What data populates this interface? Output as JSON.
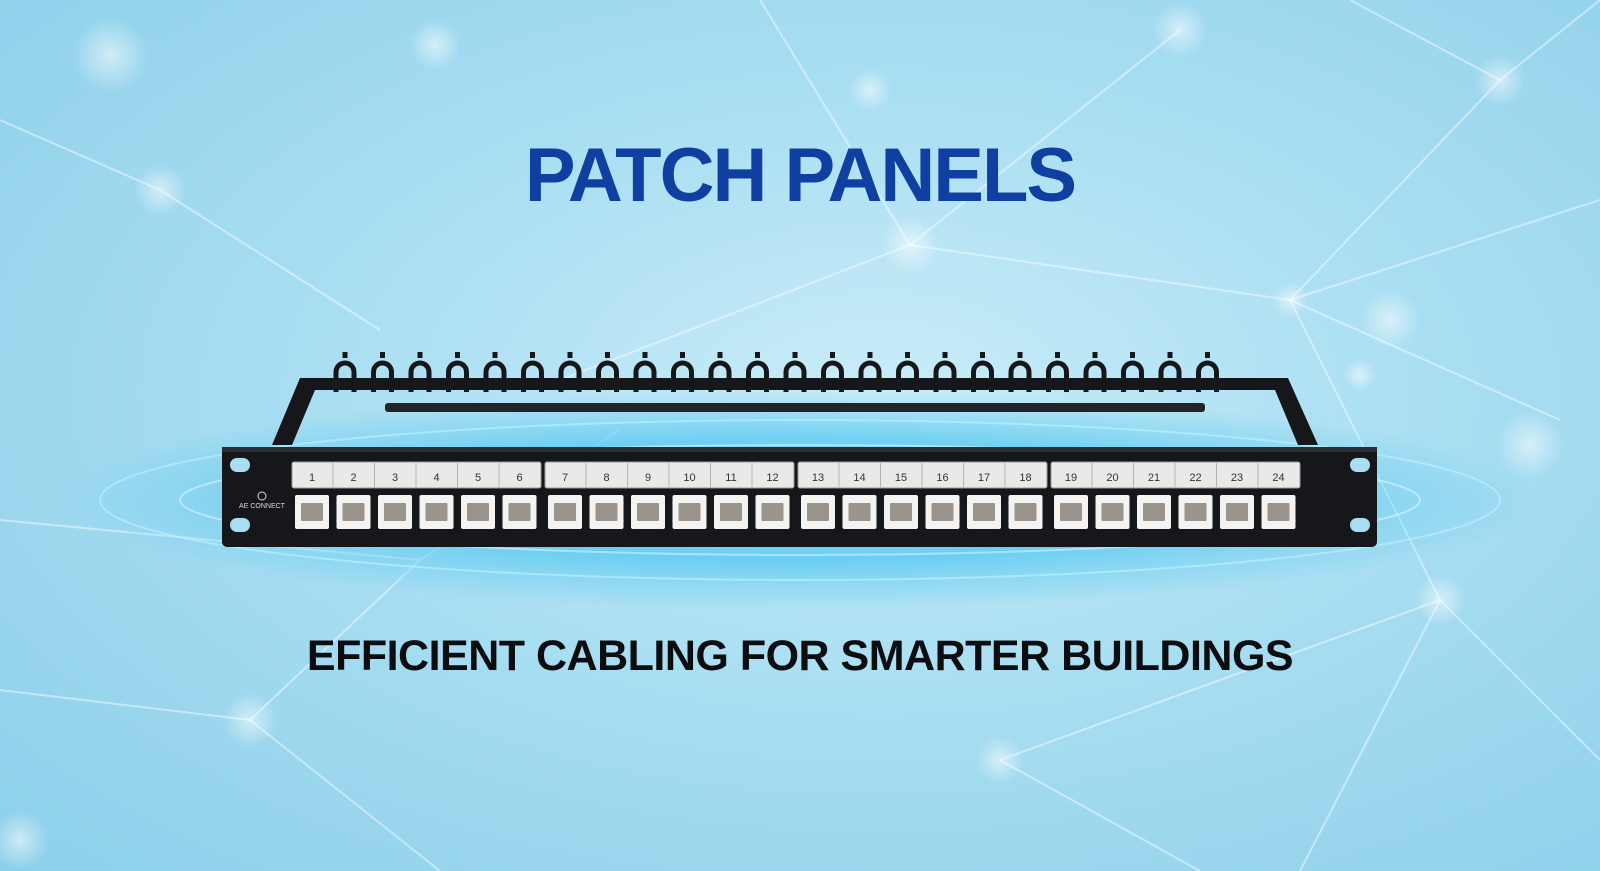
{
  "hero": {
    "title": "PATCH PANELS",
    "tagline": "EFFICIENT CABLING FOR SMARTER BUILDINGS",
    "title_color": "#0f3fa0",
    "tagline_color": "#0b0d10",
    "background_color": "#a9def2"
  },
  "panel": {
    "product": "24-port patch panel",
    "brand_logo_text": "AE CONNECT",
    "port_numbers": [
      "1",
      "2",
      "3",
      "4",
      "5",
      "6",
      "7",
      "8",
      "9",
      "10",
      "11",
      "12",
      "13",
      "14",
      "15",
      "16",
      "17",
      "18",
      "19",
      "20",
      "21",
      "22",
      "23",
      "24"
    ],
    "port_count": 24,
    "module_count": 4,
    "body_color": "#15171b",
    "jack_color": "#f3f3f1",
    "glow_color": "#4cc6f0"
  }
}
